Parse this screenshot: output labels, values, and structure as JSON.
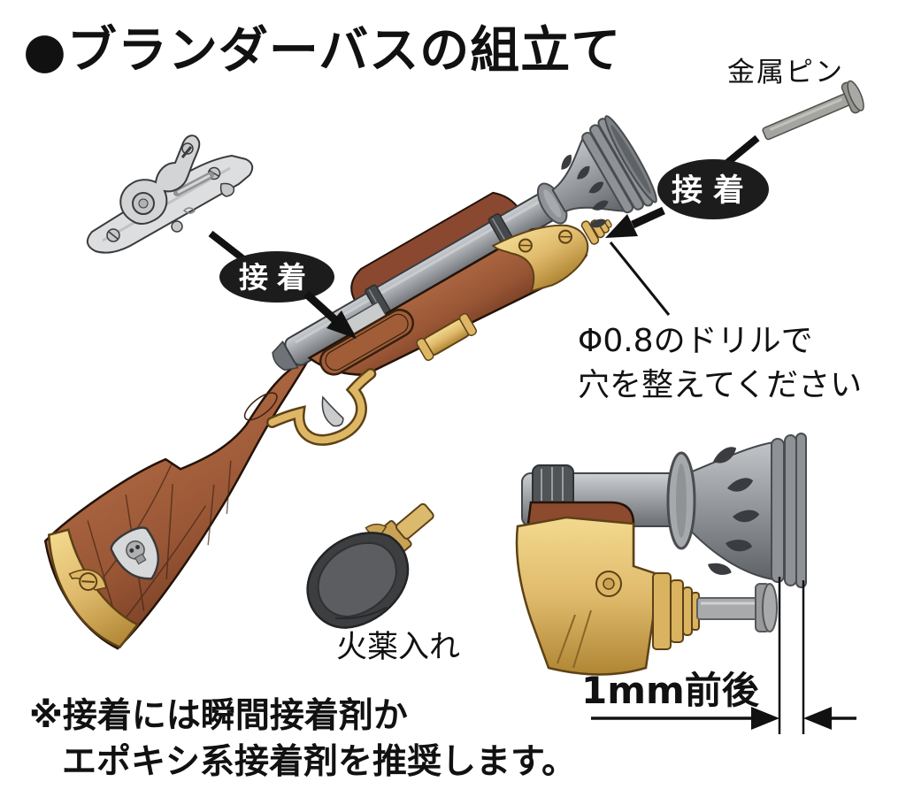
{
  "title": "●ブランダーバスの組立て",
  "labels": {
    "metal_pin": "金属ピン",
    "powder_flask": "火薬入れ"
  },
  "callouts": {
    "glue_left": "接着",
    "glue_right": "接着",
    "drill_line1": "Φ0.8のドリルで",
    "drill_line2": "穴を整えてください",
    "dimension": "1mm前後"
  },
  "footnote": {
    "line1": "※接着には瞬間接着剤か",
    "line2": "エポキシ系接着剤を推奨します。"
  },
  "colors": {
    "background": "#ffffff",
    "ink": "#111111",
    "callout_bg": "#1c1c1c",
    "callout_text": "#ffffff",
    "stock_brown": "#9a5736",
    "stock_brown_dark": "#8a4830",
    "barrel_gray": "#9a9da1",
    "brass_gold": "#e0ba6c",
    "flask_black": "#3c3e40",
    "metal_silver": "#d8dadc"
  }
}
